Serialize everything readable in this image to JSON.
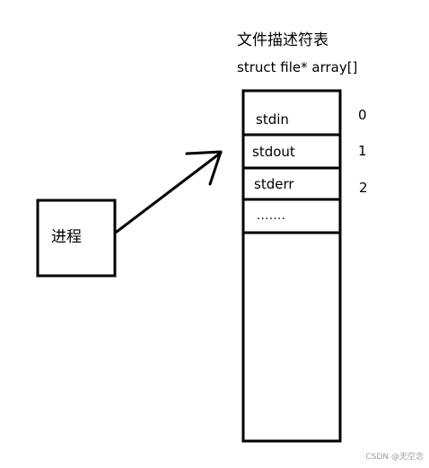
{
  "table": {
    "title": "文件描述符表",
    "declaration": "struct file* array[]",
    "slots": [
      {
        "label": "stdin",
        "index": "0"
      },
      {
        "label": "stdout",
        "index": "1"
      },
      {
        "label": "stderr",
        "index": "2"
      },
      {
        "label": ".......",
        "index": ""
      }
    ]
  },
  "process": {
    "label": "进程"
  },
  "watermark": "CSDN @无空念",
  "colors": {
    "stroke": "#000000",
    "background": "#ffffff",
    "watermark": "#9a9a9a"
  }
}
